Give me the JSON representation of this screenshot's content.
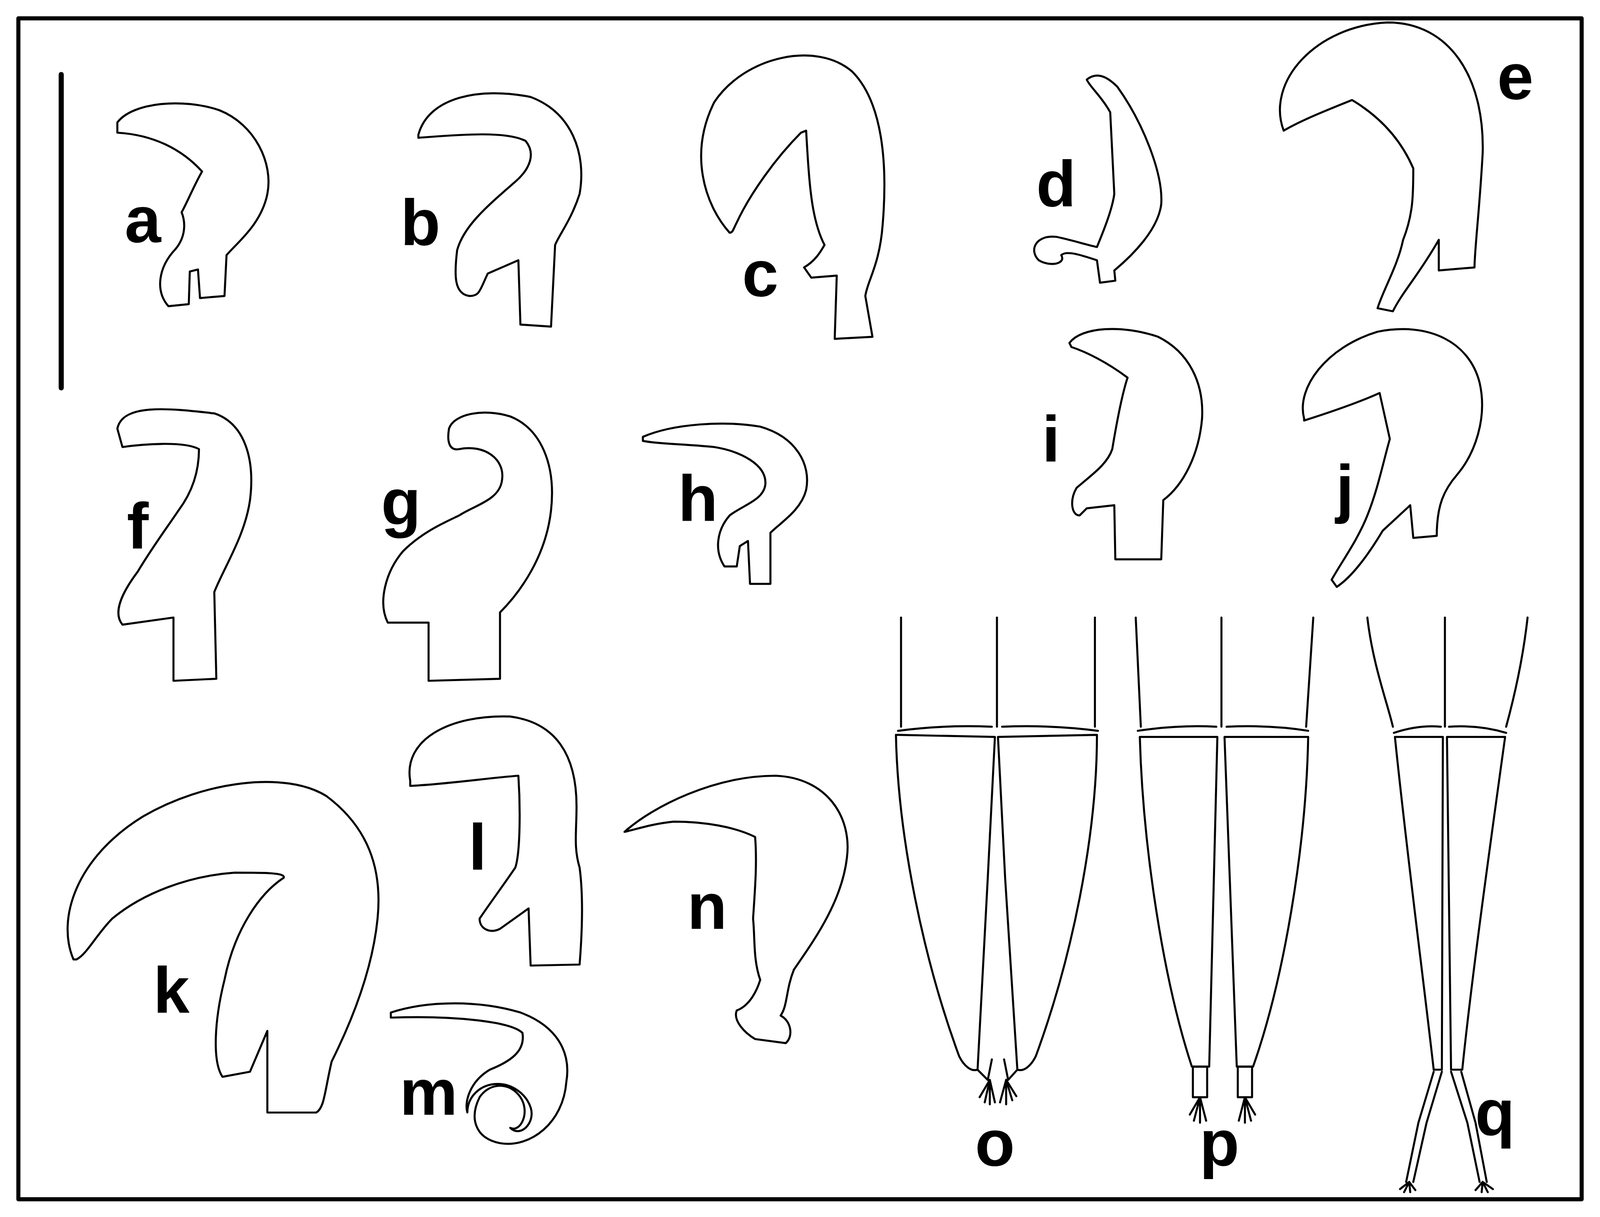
{
  "diagram": {
    "labels": [
      "a",
      "b",
      "c",
      "d",
      "e",
      "f",
      "g",
      "h",
      "i",
      "j",
      "k",
      "l",
      "m",
      "n",
      "o",
      "p",
      "q"
    ]
  }
}
